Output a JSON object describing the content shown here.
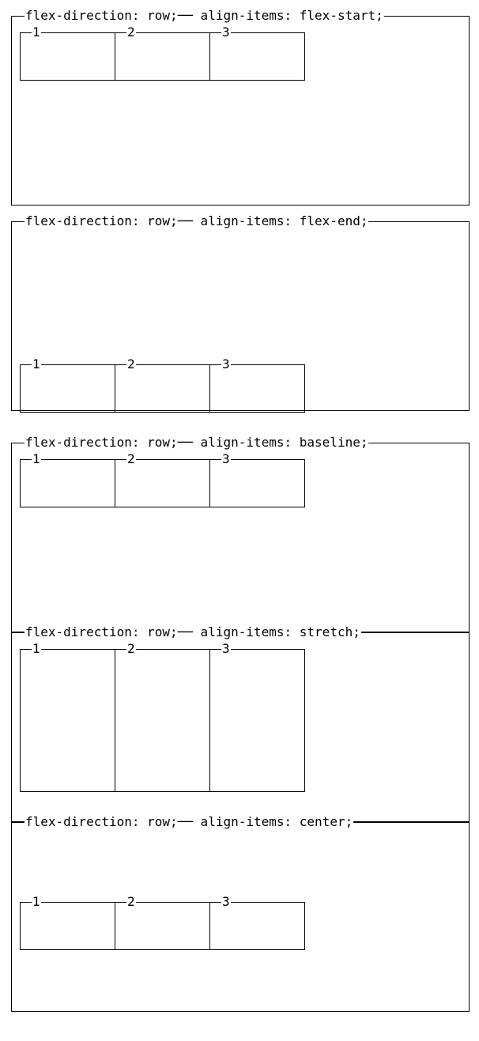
{
  "panels": [
    {
      "title": "flex-direction: row;── align-items: flex-start;",
      "align": "flex-start",
      "items": [
        "1",
        "2",
        "3"
      ]
    },
    {
      "title": "flex-direction: row;── align-items: flex-end;",
      "align": "flex-end",
      "items": [
        "1",
        "2",
        "3"
      ]
    },
    {
      "title": "flex-direction: row;── align-items: baseline;",
      "align": "baseline",
      "items": [
        "1",
        "2",
        "3"
      ]
    },
    {
      "title": "flex-direction: row;── align-items: stretch;",
      "align": "stretch",
      "items": [
        "1",
        "2",
        "3"
      ]
    },
    {
      "title": "flex-direction: row;── align-items: center;",
      "align": "center",
      "items": [
        "1",
        "2",
        "3"
      ]
    }
  ]
}
